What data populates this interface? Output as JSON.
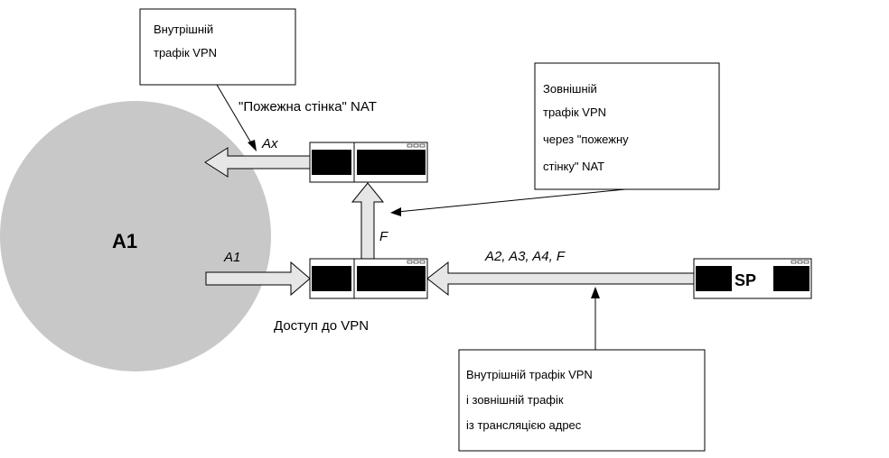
{
  "network_a1": {
    "label": "A1"
  },
  "callouts": {
    "internal_vpn": {
      "lines": [
        "Внутрішній",
        "трафік VPN"
      ]
    },
    "external_vpn_nat": {
      "lines": [
        "Зовнішній",
        "трафік VPN",
        "через \"пожежну",
        "стінку\" NAT"
      ]
    },
    "combined": {
      "lines": [
        "Внутрішній трафік VPN",
        "і зовнішній трафік",
        "із трансляцією адрес"
      ]
    }
  },
  "labels": {
    "firewall_nat": "\"Пожежна стінка\" NAT",
    "vpn_access": "Доступ до VPN",
    "flow_ax": "Ax",
    "flow_a1": "A1",
    "flow_f": "F",
    "flow_multi": "A2, A3, A4, F",
    "provider": "SP"
  },
  "colors": {
    "network_fill": "#c8c8c8",
    "arrow_fill": "#e6e6e6",
    "device_dark": "#000000",
    "device_light": "#ffffff"
  }
}
